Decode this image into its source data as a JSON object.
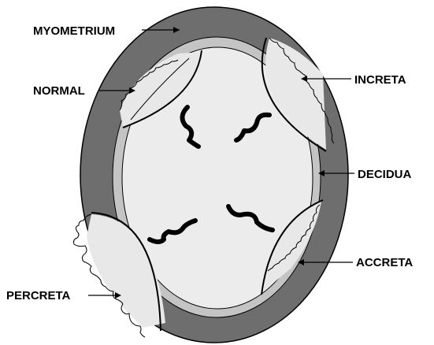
{
  "labels": {
    "myometrium": "MYOMETRIUM",
    "normal": "NORMAL",
    "increta": "INCRETA",
    "decidua": "DECIDUA",
    "accreta": "ACCRETA",
    "percreta": "PERCRETA"
  },
  "colors": {
    "myometrium": "#6e6e6e",
    "decidua": "#c4c4c4",
    "inner": "#ececec",
    "placenta_fill": "#e8e8e8",
    "outline": "#000000"
  }
}
